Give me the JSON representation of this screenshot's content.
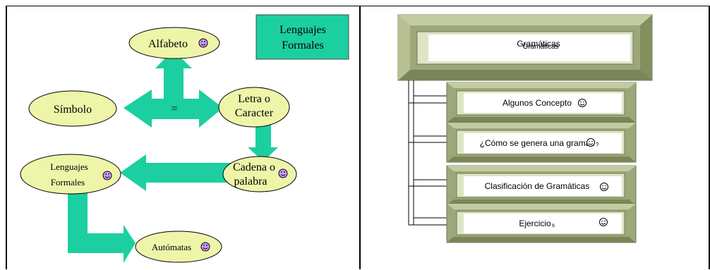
{
  "colors": {
    "node_fill": "#eef5a9",
    "node_stroke": "#000000",
    "arrow": "#1ccfa0",
    "title_box": "#1ccfa0",
    "smiley_fill": "#cc99ff",
    "frame_olive": "#9da87a",
    "frame_light": "#dfe4c5",
    "frame_dark": "#6f7a50"
  },
  "left": {
    "title_line1": "Lenguajes",
    "title_line2": "Formales",
    "nodes": {
      "alfabeto": "Alfabeto",
      "simbolo": "Símbolo",
      "letra_line1": "Letra o",
      "letra_line2": "Caracter",
      "cadena_line1": "Cadena o",
      "cadena_line2": "palabra",
      "lenguajes_line1": "Lenguajes",
      "lenguajes_line2": "Formales",
      "automatas": "Autómatas"
    },
    "equals_label": "="
  },
  "right": {
    "main_title": "Gramáticas",
    "main_title_shadow": "Gramáticas",
    "items": [
      {
        "label": "Algunos Concepto"
      },
      {
        "label": "¿Cómo se genera una gramáti",
        "suffix": "?"
      },
      {
        "label": "Clasificación de Gramáticas"
      },
      {
        "label": "Ejercicio",
        "suffix": "s"
      }
    ]
  }
}
